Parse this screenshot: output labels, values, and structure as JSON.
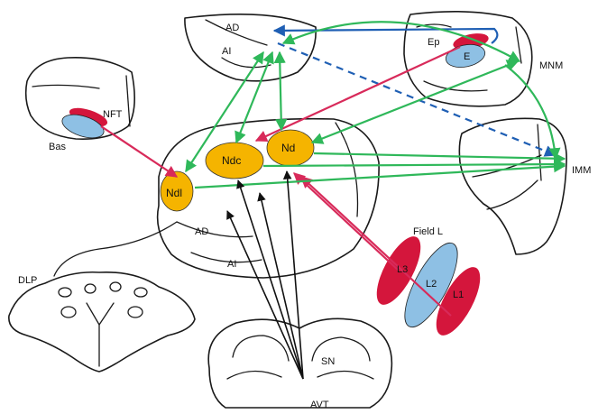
{
  "colors": {
    "nucleus_fill": "#f5b400",
    "red_region": "#d4163c",
    "blue_region": "#8ec0e4",
    "green_arrow": "#2fb85a",
    "red_arrow": "#d82a5a",
    "blue_arrow": "#1f5fb4",
    "black_arrow": "#111111"
  },
  "labels": {
    "ad_top": "AD",
    "ai_top": "AI",
    "ep": "Ep",
    "e": "E",
    "mnm": "MNM",
    "nft": "NFT",
    "bas": "Bas",
    "ndl": "Ndl",
    "ndc": "Ndc",
    "nd": "Nd",
    "imm": "IMM",
    "ad_mid": "AD",
    "ai_mid": "AI",
    "field_l": "Field L",
    "l3": "L3",
    "l2": "L2",
    "l1": "L1",
    "dlp": "DLP",
    "sn": "SN",
    "avt": "AVT"
  }
}
